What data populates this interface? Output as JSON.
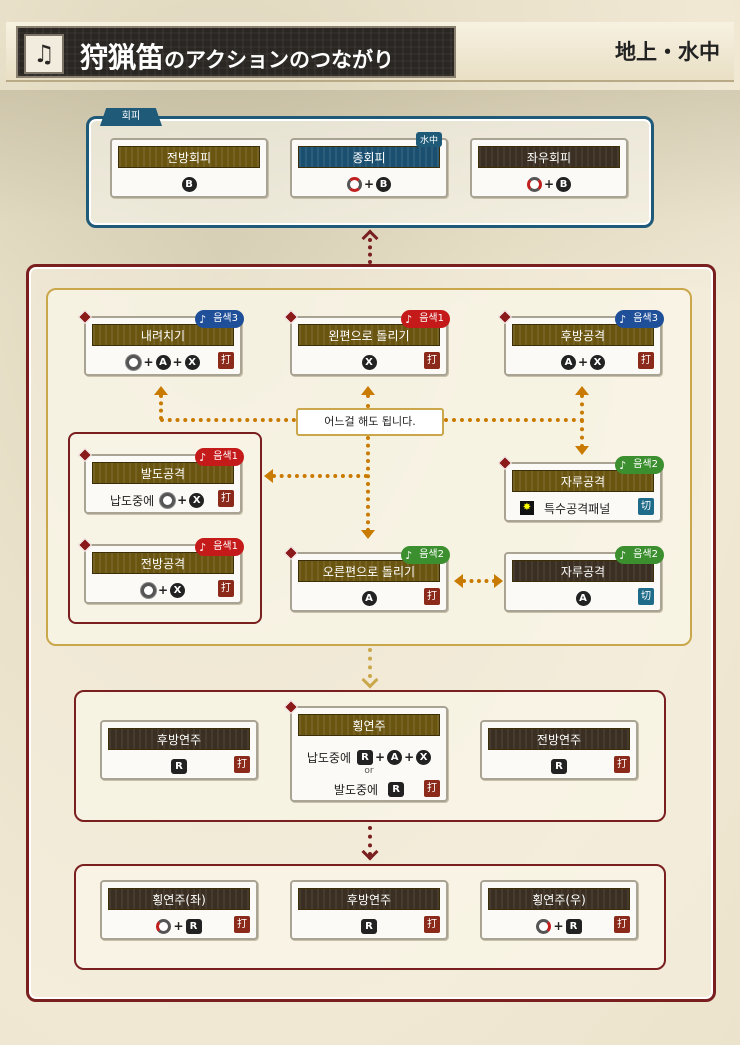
{
  "header": {
    "title_main": "狩猟笛",
    "title_sub": "のアクションのつながり",
    "environment": "地上・水中",
    "weapon_icon": "hunting-horn-icon"
  },
  "evade": {
    "tab_label": "회피",
    "cards": [
      {
        "title": "전방회피",
        "input": [
          "B"
        ]
      },
      {
        "title": "종회피",
        "badge": "水中",
        "input": [
          "stick-updown",
          "+",
          "B"
        ]
      },
      {
        "title": "좌우회피",
        "input": [
          "stick-leftright",
          "+",
          "B"
        ]
      }
    ]
  },
  "main": {
    "center_label": "어느걸 해도 됩니다.",
    "cards": {
      "down_strike": {
        "title": "내려치기",
        "note": "음색3",
        "input": [
          "stick",
          "+",
          "A",
          "+",
          "X"
        ],
        "type": "打"
      },
      "left_swing": {
        "title": "왼편으로 돌리기",
        "note": "음색1",
        "input": [
          "X"
        ],
        "type": "打"
      },
      "back_strike": {
        "title": "후방공격",
        "note": "음색3",
        "input": [
          "A",
          "+",
          "X"
        ],
        "type": "打"
      },
      "draw_attack": {
        "title": "발도공격",
        "note": "음색1",
        "input_prefix": "납도중에",
        "input": [
          "stick",
          "+",
          "X"
        ],
        "type": "打"
      },
      "forward_attack": {
        "title": "전방공격",
        "note": "음색1",
        "input": [
          "stick",
          "+",
          "X"
        ],
        "type": "打"
      },
      "self_attack1": {
        "title": "자루공격",
        "note": "음색2",
        "input_prefix": "특수공격패널",
        "type": "切"
      },
      "right_swing": {
        "title": "오른편으로 돌리기",
        "note": "음색2",
        "input": [
          "A"
        ],
        "type": "打"
      },
      "self_attack2": {
        "title": "자루공격",
        "note": "음색2",
        "input": [
          "A"
        ],
        "type": "切"
      }
    }
  },
  "recital": {
    "back": {
      "title": "후방연주",
      "input": [
        "R"
      ],
      "type": "打"
    },
    "side": {
      "title": "횡연주",
      "prefix1": "납도중에",
      "input1": [
        "R",
        "+",
        "A",
        "+",
        "X"
      ],
      "or": "or",
      "prefix2": "발도중에",
      "input2": [
        "R"
      ],
      "type": "打"
    },
    "front": {
      "title": "전방연주",
      "input": [
        "R"
      ],
      "type": "打"
    }
  },
  "followup": {
    "left": {
      "title": "횡연주(좌)",
      "input": [
        "stick-left",
        "+",
        "R"
      ],
      "type": "打"
    },
    "back": {
      "title": "후방연주",
      "input": [
        "R"
      ],
      "type": "打"
    },
    "right": {
      "title": "횡연주(우)",
      "input": [
        "stick-right",
        "+",
        "R"
      ],
      "type": "打"
    }
  }
}
